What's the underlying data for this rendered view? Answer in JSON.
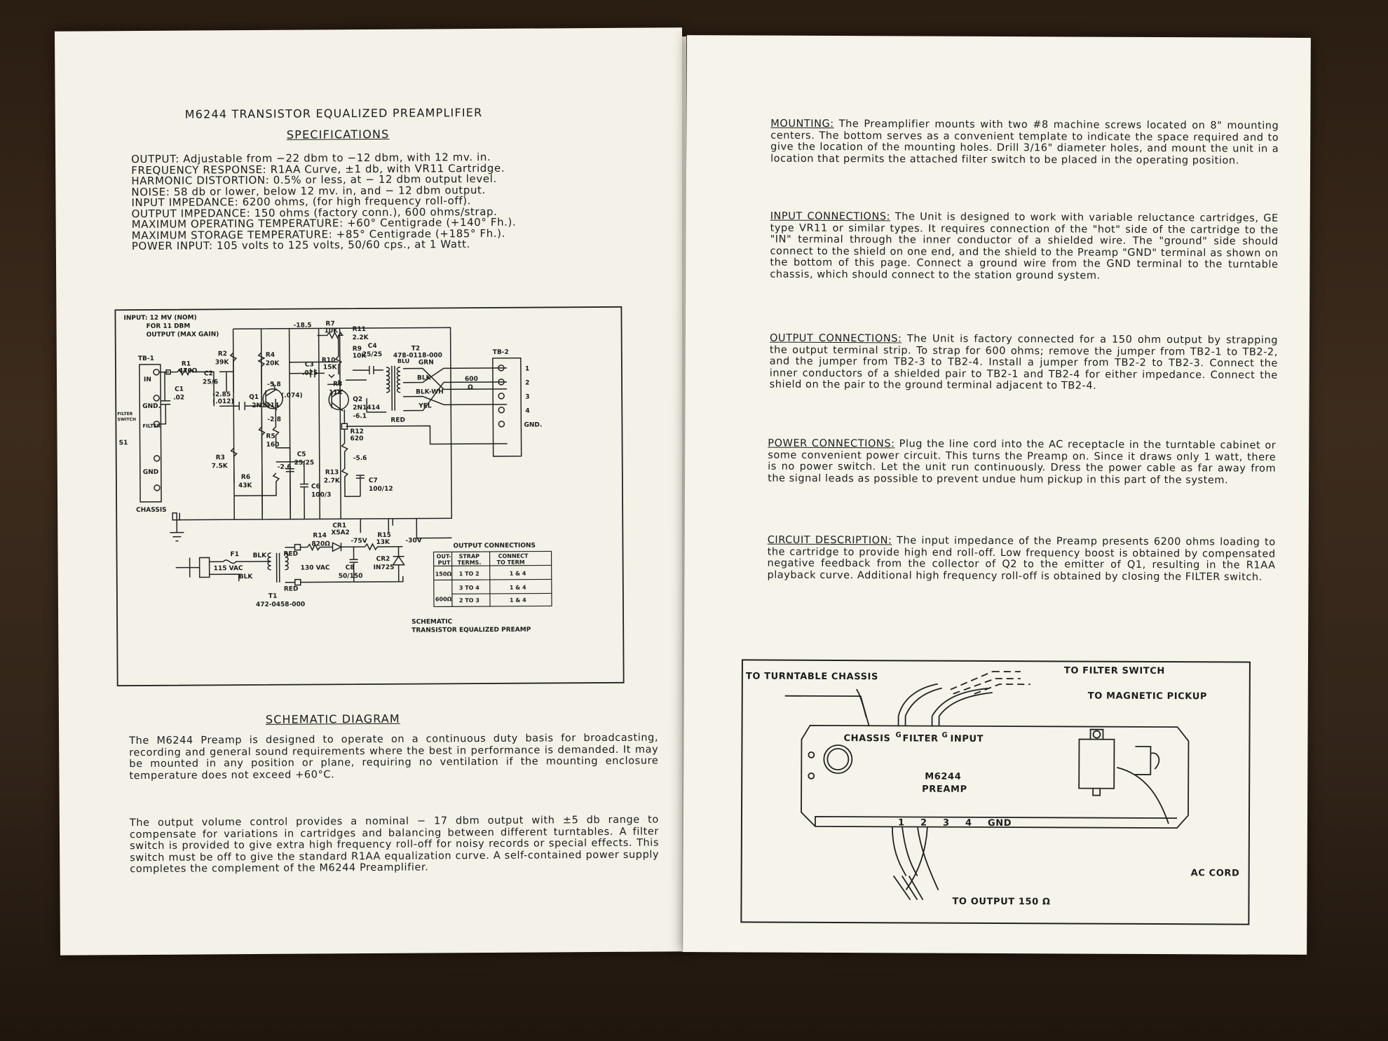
{
  "left_page": {
    "title": "M6244 TRANSISTOR EQUALIZED PREAMPLIFIER",
    "spec_heading": "SPECIFICATIONS",
    "specs": [
      "OUTPUT: Adjustable from −22 dbm to −12 dbm, with 12 mv. in.",
      "FREQUENCY RESPONSE: R1AA Curve, ±1 db, with VR11 Cartridge.",
      "HARMONIC DISTORTION: 0.5% or less, at − 12 dbm output level.",
      "NOISE: 58 db or lower, below 12 mv. in, and − 12 dbm output.",
      "INPUT IMPEDANCE: 6200 ohms, (for high frequency roll-off).",
      "OUTPUT IMPEDANCE: 150 ohms (factory conn.), 600 ohms/strap.",
      "MAXIMUM OPERATING TEMPERATURE: +60° Centigrade (+140° Fh.).",
      "MAXIMUM STORAGE TEMPERATURE: +85° Centigrade (+185° Fh.).",
      "POWER INPUT: 105 volts to 125 volts, 50/60 cps., at 1 Watt."
    ],
    "schematic": {
      "input_note": [
        "INPUT: 12 MV (NOM)",
        "FOR 11 DBM",
        "OUTPUT (MAX GAIN)"
      ],
      "tb1": "TB-1",
      "tb2": "TB-2",
      "in": "IN",
      "gnd": "GND.",
      "filter": "FILTER",
      "filter_switch": [
        "FILTER",
        "SWITCH"
      ],
      "s1": "S1",
      "gnd2": "GND",
      "chassis": "CHASSIS",
      "r1": [
        "R1",
        "470Ω"
      ],
      "c1": [
        "C1",
        ".02"
      ],
      "c2": [
        "C2",
        "25/6"
      ],
      "c2v": [
        "-2.85",
        "(.012)"
      ],
      "r2": [
        "R2",
        "39K"
      ],
      "r3": [
        "R3",
        "7.5K"
      ],
      "r4": [
        "R4",
        "20K"
      ],
      "r5": [
        "R5",
        "160"
      ],
      "r6": [
        "R6",
        "43K"
      ],
      "c3": [
        "C3",
        ".025"
      ],
      "c5": [
        "C5",
        "25/25"
      ],
      "c6": [
        "C6",
        "100/3"
      ],
      "r7": [
        "R7",
        "10K"
      ],
      "r8": [
        "R8",
        "11K"
      ],
      "r9": [
        "R9",
        "10K"
      ],
      "r10": [
        "R10",
        "15K"
      ],
      "r11": [
        "R11",
        "2.2K"
      ],
      "r12": [
        "R12",
        "620"
      ],
      "r13": [
        "R13",
        "2.7K"
      ],
      "c4": [
        "C4",
        "25/25"
      ],
      "c7": [
        "C7",
        "100/12"
      ],
      "q1": [
        "Q1",
        "2N1414"
      ],
      "q2": [
        "Q2",
        "2N1414"
      ],
      "t2": [
        "T2",
        "478-0118-000"
      ],
      "v_185": "-18.5",
      "v_58": "-5.8",
      "v_074": "(.074)",
      "v_28": "-2.8",
      "v_26": "-2.6",
      "v_61": "-6.1",
      "v_56": "-5.6",
      "grn": "GRN",
      "blu": "BLU",
      "blk": "BLK",
      "blkwh": "BLK-WH",
      "yel": "YEL",
      "red": "RED",
      "ohm600": [
        "600",
        "Ω"
      ],
      "tb2_terms": [
        "1",
        "2",
        "3",
        "4",
        "GND."
      ],
      "f1": "F1",
      "blk1": "BLK",
      "blk2": "BLK",
      "red1": "RED",
      "red2": "RED",
      "vac115": "115 VAC",
      "vac130": "130 VAC",
      "t1": [
        "T1",
        "472-0458-000"
      ],
      "r14": [
        "R14",
        "820Ω"
      ],
      "cr1": [
        "CR1",
        "X5A2"
      ],
      "v75": "-75V",
      "c8": [
        "C8",
        "50/150"
      ],
      "r15": [
        "R15",
        "13K"
      ],
      "v30": "-30V",
      "cr2": [
        "CR2",
        "IN725"
      ],
      "out_table": {
        "title": "OUTPUT CONNECTIONS",
        "headers": [
          [
            "OUT-",
            "PUT"
          ],
          [
            "STRAP",
            "TERMS."
          ],
          [
            "CONNECT",
            "TO TERM"
          ]
        ],
        "rows": [
          [
            "150Ω",
            "1 TO 2",
            "1 & 4"
          ],
          [
            "",
            "3 TO 4",
            "1 & 4"
          ],
          [
            "600Ω",
            "2 TO 3",
            "1 & 4"
          ]
        ]
      },
      "caption": [
        "SCHEMATIC",
        "TRANSISTOR EQUALIZED PREAMP"
      ]
    },
    "diagram_heading": "SCHEMATIC DIAGRAM",
    "para1": "The M6244 Preamp is designed to operate on a continuous duty basis for broadcasting, recording and general sound requirements where the best in performance is demanded. It may be mounted in any position or plane, requiring no ventilation if the mounting enclosure temperature does not exceed +60°C.",
    "para2": "The output volume control provides a nominal − 17 dbm output with ±5 db range to compensate for variations in cartridges and balancing between different turntables. A filter switch is provided to give extra high frequency roll-off for noisy records or special effects. This switch must be off to give the standard R1AA equalization curve. A self-contained power supply completes the complement of the M6244 Preamplifier."
  },
  "right_page": {
    "mounting": {
      "heading": "MOUNTING:",
      "text": "The Preamplifier mounts with two #8 machine screws located on 8\" mounting centers. The bottom serves as a convenient template to indicate the space required and to give the location of the mounting holes. Drill 3/16\" diameter holes, and mount the unit in a location that permits the attached filter switch to be placed in the operating position."
    },
    "input_connections": {
      "heading": "INPUT CONNECTIONS:",
      "text": "The Unit is designed to work with variable reluctance cartridges, GE type VR11 or similar types. It requires connection of the \"hot\" side of the cartridge to the \"IN\" terminal through the inner conductor of a shielded wire. The \"ground\" side should connect to the shield on one end, and the shield to the Preamp \"GND\" terminal as shown on the bottom of this page. Connect a ground wire from the GND terminal to the turntable chassis, which should connect to the station ground system."
    },
    "output_connections": {
      "heading": "OUTPUT CONNECTIONS:",
      "text": "The Unit is factory connected for a 150 ohm output by strapping the output terminal strip. To strap for 600 ohms; remove the jumper from TB2-1 to TB2-2, and the jumper from TB2-3 to TB2-4. Install a jumper from TB2-2 to TB2-3. Connect the inner conductors of a shielded pair to TB2-1 and TB2-4 for either impedance. Connect the shield on the pair to the ground terminal adjacent to TB2-4."
    },
    "power_connections": {
      "heading": "POWER CONNECTIONS:",
      "text": "Plug the line cord into the AC receptacle in the turntable cabinet or some convenient power circuit. This turns the Preamp on. Since it draws only 1 watt, there is no power switch. Let the unit run continuously. Dress the power cable as far away from the signal leads as possible to prevent undue hum pickup in this part of the system."
    },
    "circuit_description": {
      "heading": "CIRCUIT DESCRIPTION:",
      "text": "The input impedance of the Preamp presents 6200 ohms loading to the cartridge to provide high end roll-off. Low frequency boost is obtained by compensated negative feedback from the collector of Q2 to the emitter of Q1, resulting in the R1AA playback curve. Additional high frequency roll-off is obtained by closing the FILTER switch."
    },
    "wiring": {
      "to_chassis": "TO TURNTABLE CHASSIS",
      "to_filter": "TO FILTER SWITCH",
      "to_pickup": "TO MAGNETIC PICKUP",
      "chassis": "CHASSIS",
      "g1": "G",
      "filter": "FILTER",
      "g2": "G",
      "input": "INPUT",
      "model": [
        "M6244",
        "PREAMP"
      ],
      "terms": [
        "1",
        "2",
        "3",
        "4",
        "GND"
      ],
      "ac_cord": "AC CORD",
      "to_output": "TO OUTPUT 150 Ω"
    }
  }
}
